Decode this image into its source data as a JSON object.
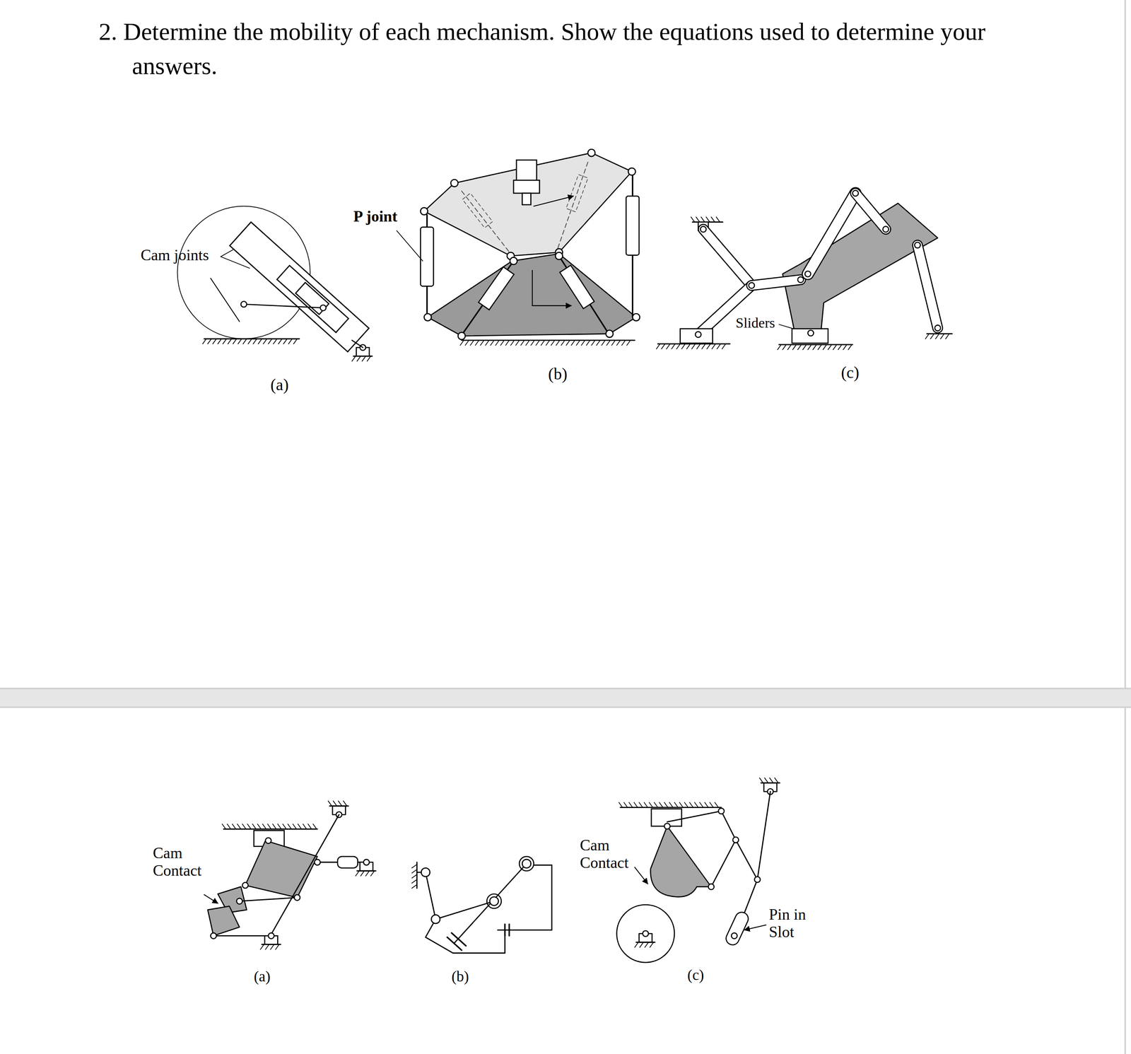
{
  "diagram": {
    "title": "2. Determine the mobility of each mechanism. Show the equations used to determine your answers.",
    "labels": [
      "Cam joints",
      "P joint",
      "Sliders",
      "(a)",
      "(b)",
      "(c)",
      "Cam Contact",
      "Cam Contact",
      "Pin in Slot",
      "(a)",
      "(b)",
      "(c)"
    ]
  }
}
